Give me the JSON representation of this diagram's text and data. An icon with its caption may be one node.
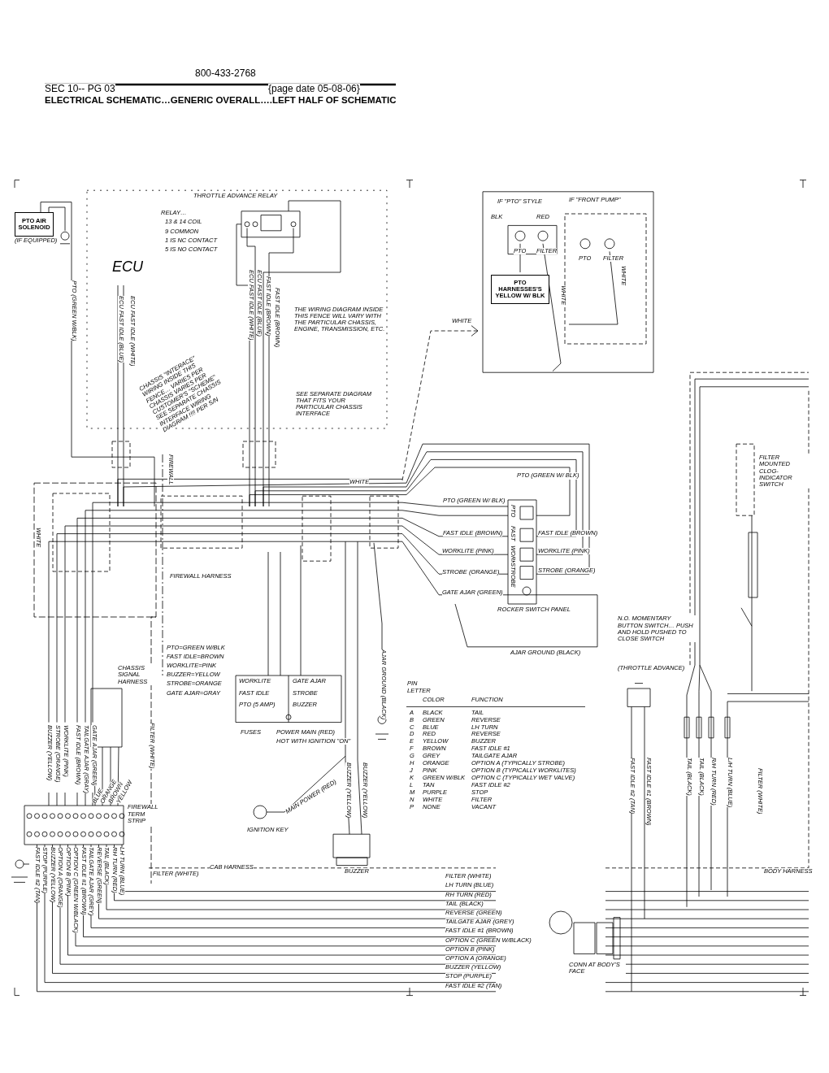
{
  "diagram": {
    "title": "ELECTRICAL SCHEMATIC…GENERIC OVERALL….LEFT HALF OF SCHEMATIC",
    "nodes": [
      {
        "text": [
          "PTO AIR SOLENOID"
        ],
        "beside": [
          "(IF EQUIPPED)"
        ]
      },
      {
        "text": [
          "PTO HARNESSES'S YELLOW W/ BLK"
        ]
      }
    ],
    "labels": [
      "800-433-2768",
      "SEC 10-- PG 03",
      "{page date 05-08-06}",
      "THROTTLE ADVANCE RELAY",
      "RELAY…",
      "13 & 14 COIL",
      "9 COMMON",
      "1 IS NC CONTACT",
      "5 IS NO CONTACT",
      "ECU",
      "PTO (GREEN W/BLK)",
      "ECU FAST IDLE (BLUE)",
      "ECU FAST IDLE (WHITE)",
      "CHASSIS \"INTERACE\" WIRING INSIDE THIS FENCE… VARIES PER CHASSIS VARIES PER CUSTOMER'S \"SCHEME\" SEE SEPARATE CHASSIS INTERFACE WIRING DIAGRAM !!!! PER S/N",
      "ECU FAST IDLE (WHITE)",
      "ECU FAST IDLE (BLUE)",
      "FAST IDLE (BROWN)",
      "FAST IDLE (BROWN)",
      "THE WIRING DIAGRAM INSIDE THIS FENCE WILL VARY WITH THE PARTICULAR CHASSIS, ENGINE, TRANSMISSION, ETC.",
      "SEE SEPARATE DIAGRAM THAT FITS YOUR PARTICULAR CHASSIS INTERFACE",
      "WHITE",
      "IF \"PTO\" STYLE",
      "IF \"FRONT PUMP\"",
      "PTO",
      "FILTER",
      "PTO",
      "FILTER",
      "WHITE",
      "WHITE",
      "BLK",
      "RED",
      "FIREWALL",
      "WHITE",
      "WHITE",
      "PTO (GREEN W/ BLK)",
      "PTO (GREEN W/ BLK)",
      "FAST IDLE (BROWN)",
      "FAST IDLE (BROWN)",
      "WORKLITE (PINK)",
      "WORKLITE (PINK)",
      "STROBE (ORANGE)",
      "STROBE (ORANGE)",
      "GATE AJAR (GREEN)",
      "ROCKER SWITCH PANEL",
      "AJAR GROUND (BLACK)",
      "PTO",
      "FAST",
      "WORK",
      "STROBE",
      "FIREWALL HARNESS",
      "CHASSIS SIGNAL HARNESS",
      "PTO=GREEN W/BLK",
      "FAST IDLE=BROWN",
      "WORKLITE=PINK",
      "BUZZER=YELLOW",
      "STROBE=ORANGE",
      "GATE AJAR=GRAY",
      "WORKLITE",
      "FAST IDLE",
      "PTO (5 AMP)",
      "GATE AJAR",
      "STROBE",
      "BUZZER",
      "FUSES",
      "POWER MAIN (RED)",
      "HOT WITH IGNITION \"ON\"",
      "AJAR GROUND (BLACK)",
      "BUZZER (YELLOW)",
      "STROBE (ORANGE)",
      "WORKLITE (PINK)",
      "FAST IDLE (BROWN)",
      "TAILGATE AJAR (GRAY)",
      "GATE AJAR (GREEN)",
      "BLUE",
      "ORANGE",
      "BROWN",
      "YELLOW",
      "FILTER (WHITE)",
      "FIREWALL TERM STRIP",
      "IGNITION KEY",
      "MAIN POWER (RED)",
      "BUZZER (YELLOW)",
      "BUZZER (YELLOW)",
      "BUZZER",
      "CAB HARNESS",
      "FILTER (WHITE)",
      "FAST IDLE #2 (TAN)",
      "STOP (PURPLE)",
      "BUZZER (YELLOW)",
      "OPTION A (ORANGE)",
      "OPTION B (PINK)",
      "OPTION C (GREEN W/BLACK)",
      "FAST IDLE #1 (BROWN)",
      "TAILGATE AJAR (GREY)",
      "REVERSE (GREEN)",
      "TAIL (BLACK)",
      "RH TURN (RED)",
      "LH TURN (BLUE)",
      "FILTER (WHITE)",
      "LH TURN (BLUE)",
      "RH TURN (RED)",
      "TAIL (BLACK)",
      "REVERSE (GREEN)",
      "TAILGATE AJAR (GREY)",
      "FAST IDLE #1 (BROWN)",
      "OPTION C (GREEN W/BLACK)",
      "OPTION B (PINK)",
      "OPTION A (ORANGE)",
      "BUZZER (YELLOW)",
      "STOP (PURPLE)",
      "FAST IDLE #2 (TAN)",
      "PIN LETTER",
      "COLOR",
      "FUNCTION",
      "A",
      "BLACK",
      "TAIL",
      "B",
      "GREEN",
      "REVERSE",
      "C",
      "BLUE",
      "LH TURN",
      "D",
      "RED",
      "REVERSE",
      "E",
      "YELLOW",
      "BUZZER",
      "F",
      "BROWN",
      "FAST IDLE #1",
      "G",
      "GREY",
      "TAILGATE AJAR",
      "H",
      "ORANGE",
      "OPTION A (TYPICALLY STROBE)",
      "J",
      "PINK",
      "OPTION B (TYPICALLY WORKLITES)",
      "K",
      "GREEN W/BLK",
      "OPTION C (TYPICALLY WET VALVE)",
      "L",
      "TAN",
      "FAST IDLE #2",
      "M",
      "PURPLE",
      "STOP",
      "N",
      "WHITE",
      "FILTER",
      "P",
      "NONE",
      "VACANT",
      "CONN AT BODY'S FACE",
      "N.O. MOMENTARY BUTTON SWITCH… PUSH AND HOLD PUSHED TO CLOSE SWITCH",
      "(THROTTLE ADVANCE)",
      "FAST IDLE #2 (TAN)",
      "FAST IDLE #1 (BROWN)",
      "TAIL (BLACK)",
      "TAIL (BLACK)",
      "R/H TURN (RED)",
      "L/H TURN (BLUE)",
      "FILTER (WHITE)",
      "BODY HARNESS",
      "FILTER MOUNTED CLOG-INDICATOR SWITCH"
    ]
  }
}
